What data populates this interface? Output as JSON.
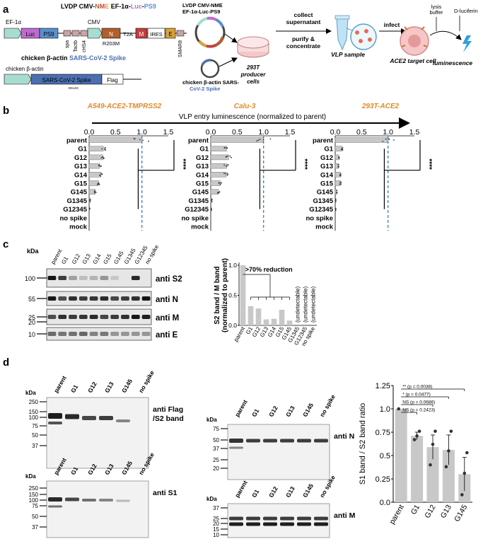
{
  "panel_labels": [
    "a",
    "b",
    "c",
    "d"
  ],
  "panel_a": {
    "construct1_title": "LVDP CMV-NME EF-1α-Luc-PS9",
    "construct1_title_parts": [
      "LVDP CMV-",
      "N",
      "M",
      "E",
      " EF-1α-",
      "Luc",
      "-",
      "PS9"
    ],
    "ef1a": "EF-1α",
    "luc": "Luc",
    "ps9": "PS9",
    "cmv": "CMV",
    "n": "N",
    "m": "M",
    "t2a": "T2A",
    "ires": "IRES",
    "e": "E",
    "r203m": "R203M",
    "smar8": "SMAR8",
    "insulators": [
      "spa",
      "Tactb",
      "cHS4"
    ],
    "construct2_title_parts": [
      "chicken β-actin ",
      "SARS-CoV-2 Spike"
    ],
    "chicken_beta_actin": "chicken β-actin",
    "spike_box": "SARS-CoV-2 Spike",
    "flag": "Flag",
    "d614g": "D614G",
    "plasmid1_label_lines": [
      "LVDP CMV-NME",
      "EF-1α-Luc-PS9"
    ],
    "plasmid2_label_lines": [
      "chicken β-actin SARS-",
      "CoV-2 Spike"
    ],
    "producer_cells": [
      "293T",
      "producer",
      "cells"
    ],
    "collect": [
      "collect",
      "supernatant"
    ],
    "purify": [
      "purify &",
      "concentrate"
    ],
    "vlp_sample": "VLP sample",
    "infect": "infect",
    "lysis": [
      "lysis",
      "buffer"
    ],
    "dluciferin": "D-luciferin",
    "target_cell": "ACE2 target cell",
    "luminescence": "luminescence"
  },
  "panel_b": {
    "axis_title": "VLP entry luminescence (normalized to parent)",
    "cell_lines": [
      "A549-ACE2-TMPRSS2",
      "Calu-3",
      "293T-ACE2"
    ],
    "significance": "****",
    "chart_data": [
      {
        "type": "bar",
        "title": "A549-ACE2-TMPRSS2",
        "categories": [
          "parent",
          "G1",
          "G12",
          "G13",
          "G14",
          "G15",
          "G145",
          "G1345",
          "G12345",
          "no spike",
          "mock"
        ],
        "values": [
          1.0,
          0.27,
          0.26,
          0.2,
          0.22,
          0.18,
          0.12,
          0.02,
          0.01,
          0.0,
          0.0
        ],
        "xlim": [
          0,
          1.5
        ],
        "ticks": [
          "0.0",
          "0.5",
          "1.0",
          "1.5"
        ],
        "reference_line": 1.0
      },
      {
        "type": "bar",
        "title": "Calu-3",
        "categories": [
          "parent",
          "G1",
          "G12",
          "G13",
          "G14",
          "G15",
          "G145",
          "G1345",
          "G12345",
          "no spike",
          "mock"
        ],
        "values": [
          1.0,
          0.3,
          0.34,
          0.3,
          0.29,
          0.18,
          0.15,
          0.02,
          0.01,
          0.0,
          0.0
        ],
        "xlim": [
          0,
          1.5
        ],
        "ticks": [
          "0.0",
          "0.5",
          "1.0",
          "1.5"
        ],
        "reference_line": 1.0
      },
      {
        "type": "bar",
        "title": "293T-ACE2",
        "categories": [
          "parent",
          "G1",
          "G12",
          "G13",
          "G14",
          "G15",
          "G145",
          "G1345",
          "G12345",
          "no spike",
          "mock"
        ],
        "values": [
          1.0,
          0.13,
          0.07,
          0.06,
          0.1,
          0.1,
          0.03,
          0.01,
          0.01,
          0.0,
          0.0
        ],
        "xlim": [
          0,
          1.5
        ],
        "ticks": [
          "0.0",
          "0.5",
          "1.0",
          "1.5"
        ],
        "reference_line": 1.0
      }
    ]
  },
  "panel_c": {
    "kda": "kDa",
    "lanes": [
      "parent",
      "G1",
      "G12",
      "G13",
      "G14",
      "G15",
      "G145",
      "G1345",
      "G12345",
      "no spike"
    ],
    "blots": [
      {
        "label": "anti S2",
        "marker": "100"
      },
      {
        "label": "anti N",
        "marker": "55"
      },
      {
        "label": "anti M",
        "marker": "25"
      },
      {
        "label": "anti E",
        "marker": "10"
      }
    ],
    "marker_extra": "20",
    "reduction_note": ">70% reduction",
    "ylabel_lines": [
      "S2 band / M band",
      "(normalized to parent)"
    ],
    "undetectable": "(undetectable)",
    "chart_data": {
      "type": "bar",
      "categories": [
        "parent",
        "G1",
        "G12",
        "G13",
        "G14",
        "G15",
        "G145",
        "G1345",
        "G12345",
        "no spike"
      ],
      "values": [
        1.0,
        0.32,
        0.28,
        0.1,
        0.11,
        0.26,
        0.08,
        null,
        null,
        null
      ],
      "ylim": [
        0,
        1.0
      ],
      "ticks": [
        "0.0",
        "0.5",
        "1.0"
      ],
      "annotations": [
        "(undetectable)",
        "(undetectable)",
        "(undetectable)"
      ]
    }
  },
  "panel_d": {
    "kda": "kDa",
    "lanes": [
      "parent",
      "G1",
      "G12",
      "G13",
      "G145",
      "no spike"
    ],
    "flag_markers": [
      "250",
      "150",
      "100",
      "75",
      "50",
      "37"
    ],
    "flag_label_lines": [
      "anti Flag",
      "/S2 band"
    ],
    "s1_markers": [
      "250",
      "150",
      "100",
      "75",
      "50",
      "37"
    ],
    "s1_label": "anti S1",
    "n_markers": [
      "75",
      "50",
      "37",
      "25",
      "20"
    ],
    "n_label": "anti N",
    "m_markers": [
      "37",
      "25",
      "20",
      "15",
      "10"
    ],
    "m_label": "anti M",
    "ylabel": "S1 band / S2 band ratio",
    "sig_lines": [
      "** (p = 0.0038)",
      "* (p = 0.0477)",
      "NS (p = 0.0686)",
      "NS (p = 0.2423)"
    ],
    "chart_data": {
      "type": "bar",
      "categories": [
        "parent",
        "G1",
        "G12",
        "G13",
        "G145"
      ],
      "values": [
        1.0,
        0.71,
        0.59,
        0.56,
        0.3
      ],
      "error": [
        0.0,
        0.04,
        0.13,
        0.16,
        0.18
      ],
      "points": [
        [
          1.0
        ],
        [
          0.67,
          0.71,
          0.76
        ],
        [
          0.4,
          0.62,
          0.76
        ],
        [
          0.38,
          0.55,
          0.76
        ],
        [
          0.08,
          0.31,
          0.53
        ]
      ],
      "ylim": [
        0,
        1.25
      ],
      "ticks": [
        "0.0",
        "0.25",
        "0.5",
        "0.75",
        "1.0",
        "1.25"
      ],
      "xlabel": "",
      "ylabel": "S1 band / S2 band ratio"
    }
  },
  "colors": {
    "luc": "#c06bd0",
    "ps9": "#5b8fd0",
    "n": "#b0602a",
    "m": "#c04040",
    "e": "#d9a23a",
    "ef1a": "#7fc8b6",
    "spike": "#4b6fb0",
    "orange_title": "#e08a2a",
    "bar": "#c8c8c8",
    "dash": "#3d87c9",
    "arrow_blue": "#2f9fe0"
  }
}
